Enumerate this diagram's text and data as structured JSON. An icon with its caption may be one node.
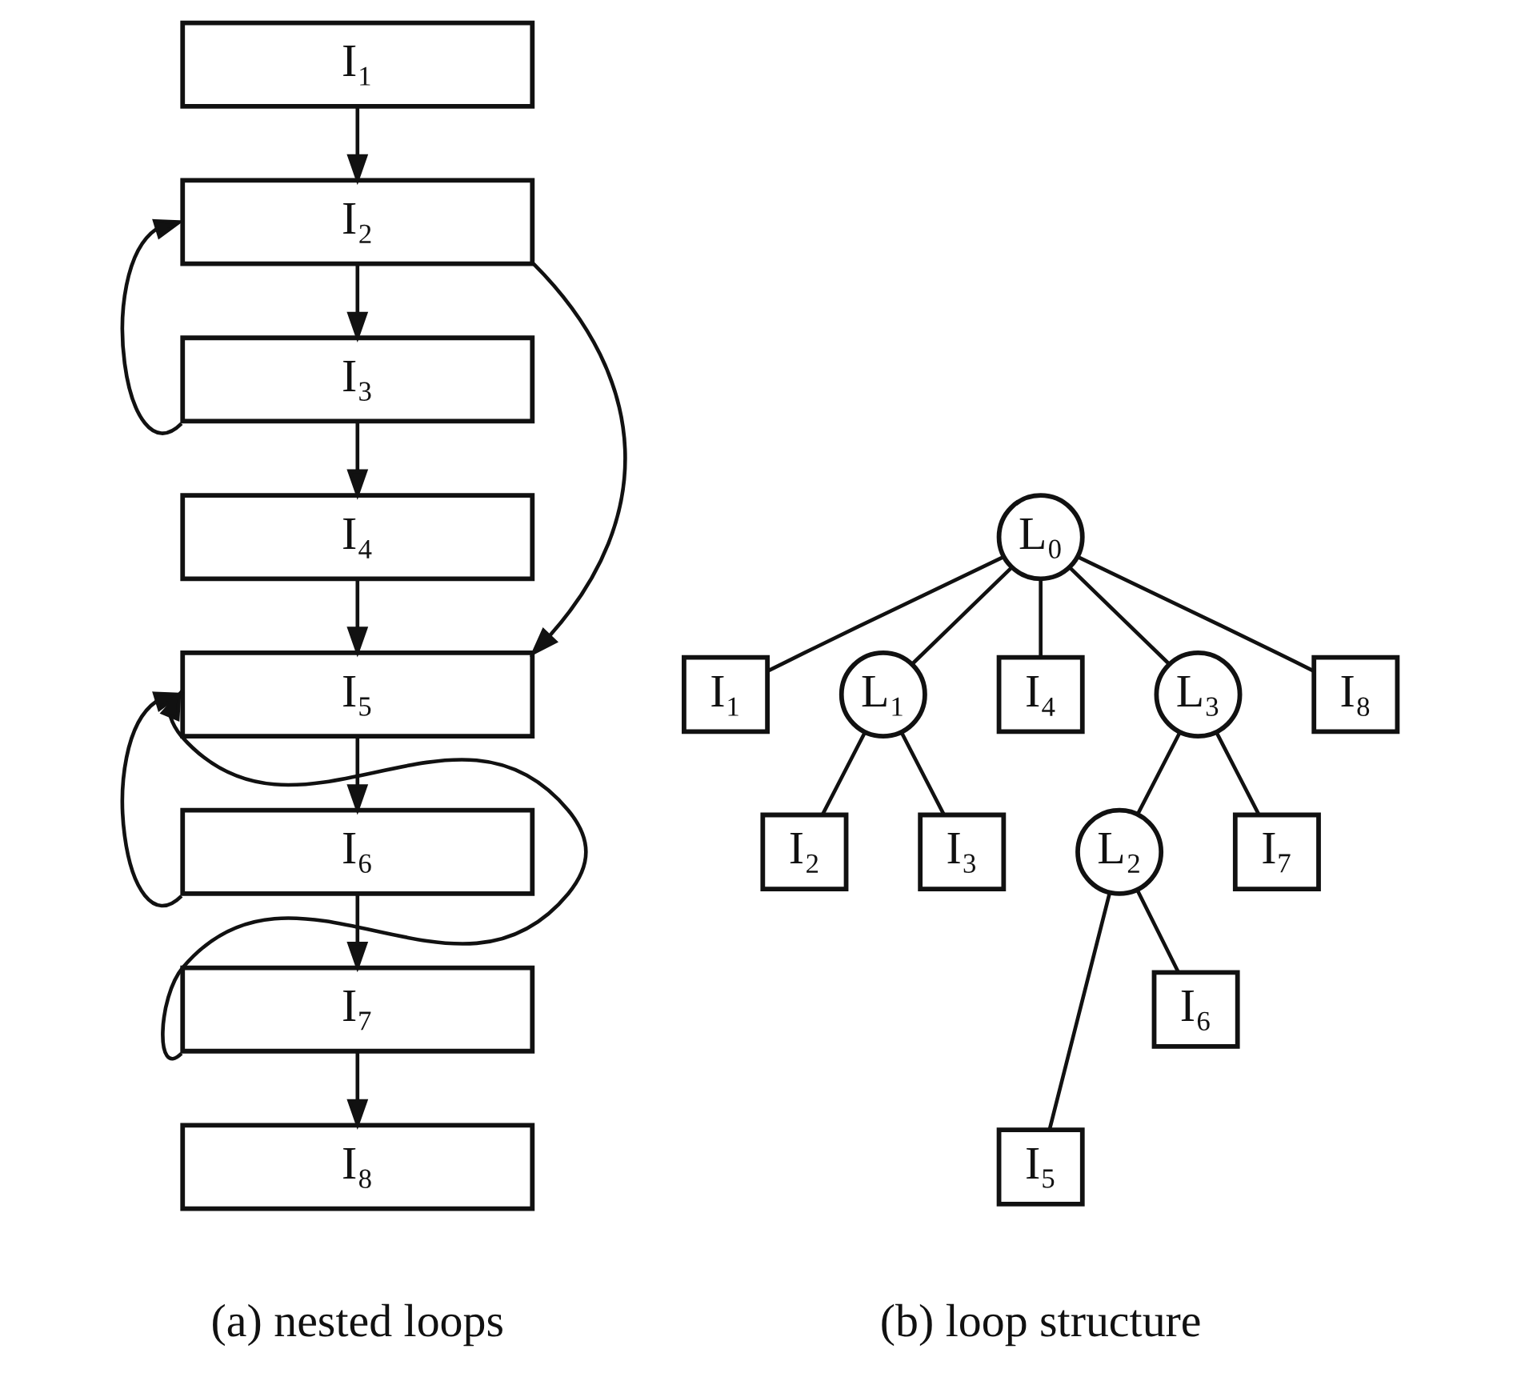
{
  "diagram": {
    "nodes": [
      {
        "text": [
          "I₁"
        ]
      },
      {
        "text": [
          "I₂"
        ]
      },
      {
        "text": [
          "I₃"
        ]
      },
      {
        "text": [
          "I₄"
        ]
      },
      {
        "text": [
          "I₅"
        ]
      },
      {
        "text": [
          "I₆"
        ]
      },
      {
        "text": [
          "I₇"
        ]
      },
      {
        "text": [
          "I₈"
        ]
      },
      {
        "text": [
          "L₀"
        ]
      },
      {
        "text": [
          "I₁"
        ]
      },
      {
        "text": [
          "L₁"
        ]
      },
      {
        "text": [
          "I₄"
        ]
      },
      {
        "text": [
          "L₃"
        ]
      },
      {
        "text": [
          "I₈"
        ]
      },
      {
        "text": [
          "I₂"
        ]
      },
      {
        "text": [
          "I₃"
        ]
      },
      {
        "text": [
          "L₂"
        ]
      },
      {
        "text": [
          "I₇"
        ]
      },
      {
        "text": [
          "I₅"
        ]
      },
      {
        "text": [
          "I₆"
        ]
      }
    ],
    "edges": [
      {
        "from": 0,
        "to": 1,
        "arrow": "to"
      },
      {
        "from": 2,
        "to": 1,
        "arrow": "to"
      },
      {
        "from": 1,
        "to": 2,
        "arrow": "to"
      },
      {
        "from": 1,
        "to": 4,
        "arrow": "to"
      },
      {
        "from": 2,
        "to": 3,
        "arrow": "to"
      },
      {
        "from": 3,
        "to": 4,
        "arrow": "to"
      },
      {
        "from": 6,
        "to": 4,
        "arrow": "to"
      },
      {
        "from": 5,
        "to": 4,
        "arrow": "to"
      },
      {
        "from": 4,
        "to": 5,
        "arrow": "to"
      },
      {
        "from": 5,
        "to": 6,
        "arrow": "to"
      },
      {
        "from": 6,
        "to": 7,
        "arrow": "to"
      },
      {
        "from": 8,
        "to": 9,
        "arrow": "none"
      },
      {
        "from": 8,
        "to": 10,
        "arrow": "none"
      },
      {
        "from": 8,
        "to": 11,
        "arrow": "none"
      },
      {
        "from": 8,
        "to": 12,
        "arrow": "none"
      },
      {
        "from": 8,
        "to": 13,
        "arrow": "none"
      },
      {
        "from": 10,
        "to": 14,
        "arrow": "none"
      },
      {
        "from": 10,
        "to": 15,
        "arrow": "none"
      },
      {
        "from": 12,
        "to": 16,
        "arrow": "none"
      },
      {
        "from": 12,
        "to": 17,
        "arrow": "none"
      },
      {
        "from": 16,
        "to": 18,
        "arrow": "none"
      },
      {
        "from": 16,
        "to": 19,
        "arrow": "none"
      }
    ],
    "labels": [
      "(a) nested loops",
      "(b) loop structure"
    ]
  }
}
